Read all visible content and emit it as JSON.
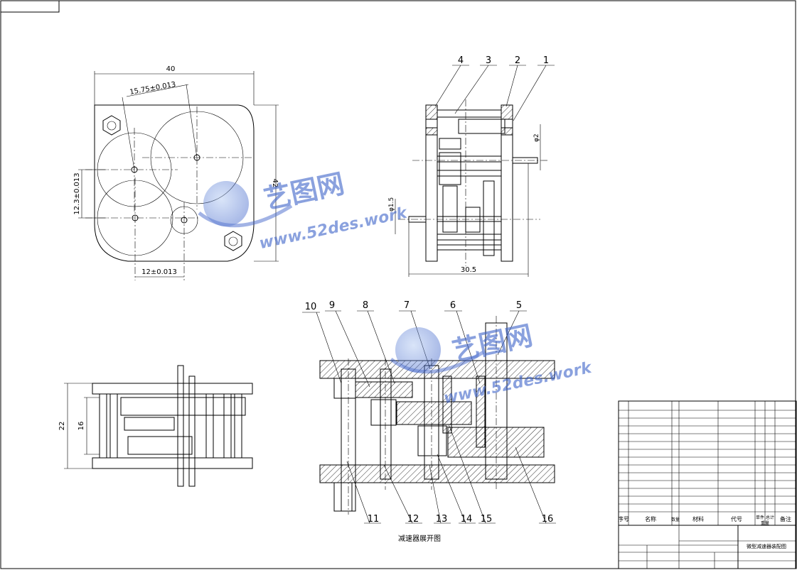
{
  "drawing_title": "减速器展开图",
  "dimensions": {
    "top_width": "40",
    "gear_center": "15.75±0.013",
    "height": "42",
    "left_vertical": "12.3±0.013",
    "bottom_horizontal": "12±0.013",
    "side_width": "30.5",
    "shaft_dia_1": "φ2",
    "shaft_dia_2": "φ1.5",
    "left_height_outer": "22",
    "left_height_inner": "16"
  },
  "balloons_top": [
    "4",
    "3",
    "2",
    "1"
  ],
  "balloons_section_top": [
    "10",
    "9",
    "8",
    "7",
    "6",
    "5"
  ],
  "balloons_section_bottom": [
    "11",
    "12",
    "13",
    "14",
    "15",
    "16"
  ],
  "watermark": {
    "brand": "艺图网",
    "url": "www.52des.work"
  },
  "title_block": {
    "header_no": "序号",
    "header_name": "名称",
    "header_qty": "数量",
    "header_material": "材料",
    "header_code": "代号",
    "header_weight": "单件 总计",
    "header_weight_sub": "重量",
    "header_remark": "备注",
    "assembly_name": "微型减速器装配图"
  },
  "colors": {
    "line": "#000000",
    "watermark": "#3d63c9"
  }
}
